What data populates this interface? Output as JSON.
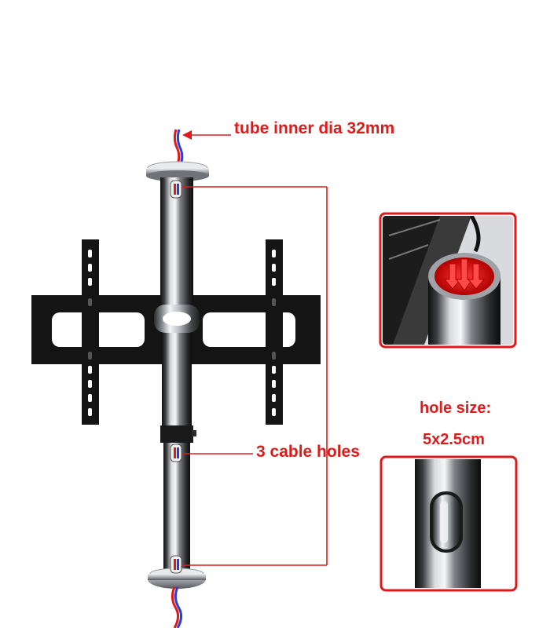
{
  "annotations": {
    "tube_label": "tube inner dia 32mm",
    "holes_label": "3 cable holes",
    "hole_size_label": "hole size:",
    "hole_size_value": "5x2.5cm"
  },
  "colors": {
    "accent_red": "#e01a1a",
    "bracket_black": "#141414",
    "chrome": "#c9ccd0",
    "wire_blue": "#2a3fd6"
  }
}
